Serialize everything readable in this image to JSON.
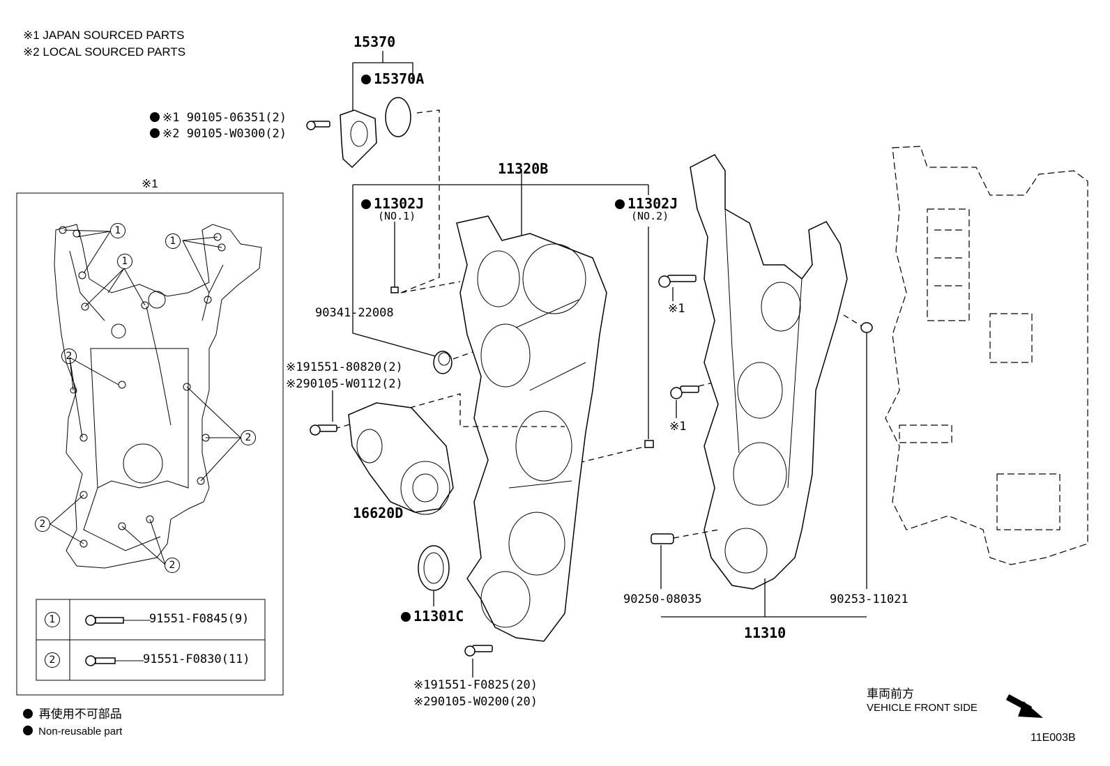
{
  "notes": {
    "japan": "※1 JAPAN SOURCED PARTS",
    "local": "※2 LOCAL SOURCED PARTS",
    "inset_mark": "※1",
    "legend_jp": "再使用不可部品",
    "legend_en": "Non-reusable part",
    "front_jp": "車両前方",
    "front_en": "VEHICLE FRONT SIDE",
    "diagram_id": "11E003B"
  },
  "labels": {
    "p15370": "15370",
    "p15370a": "15370A",
    "bolt_a1": "※1 90105-06351(2)",
    "bolt_a2": "※2 90105-W0300(2)",
    "p11320b": "11320B",
    "p11302j_1": "11302J",
    "no1": "(NO.1)",
    "p11302j_2": "11302J",
    "no2": "(NO.2)",
    "p90341": "90341-22008",
    "bolt_b1": "※191551-80820(2)",
    "bolt_b2": "※290105-W0112(2)",
    "p16620d": "16620D",
    "p11301c": "11301C",
    "bolt_c1": "※191551-F0825(20)",
    "bolt_c2": "※290105-W0200(20)",
    "mark_1a": "※1",
    "mark_1b": "※1",
    "p90250": "90250-08035",
    "p90253": "90253-11021",
    "p11310": "11310"
  },
  "table": {
    "rows": [
      {
        "num": "1",
        "part": "91551-F0845(9)"
      },
      {
        "num": "2",
        "part": "91551-F0830(11)"
      }
    ]
  },
  "callouts": {
    "one": "1",
    "two": "2"
  }
}
